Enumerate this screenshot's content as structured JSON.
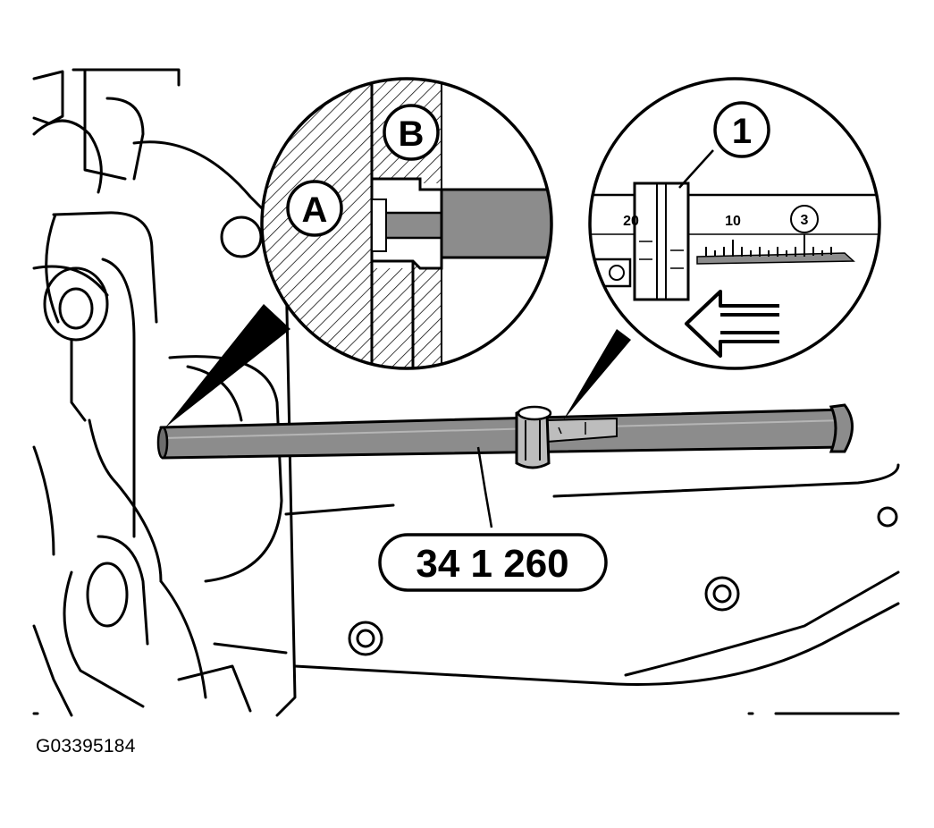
{
  "figure_ref": "G03395184",
  "tool_number": "34 1 260",
  "callouts": {
    "a": "A",
    "b": "B",
    "one": "1"
  },
  "scale": {
    "left": "20",
    "mid": "10",
    "right": "3"
  },
  "colors": {
    "line": "#000000",
    "tool_gray": "#8c8c8c",
    "background": "#ffffff"
  }
}
